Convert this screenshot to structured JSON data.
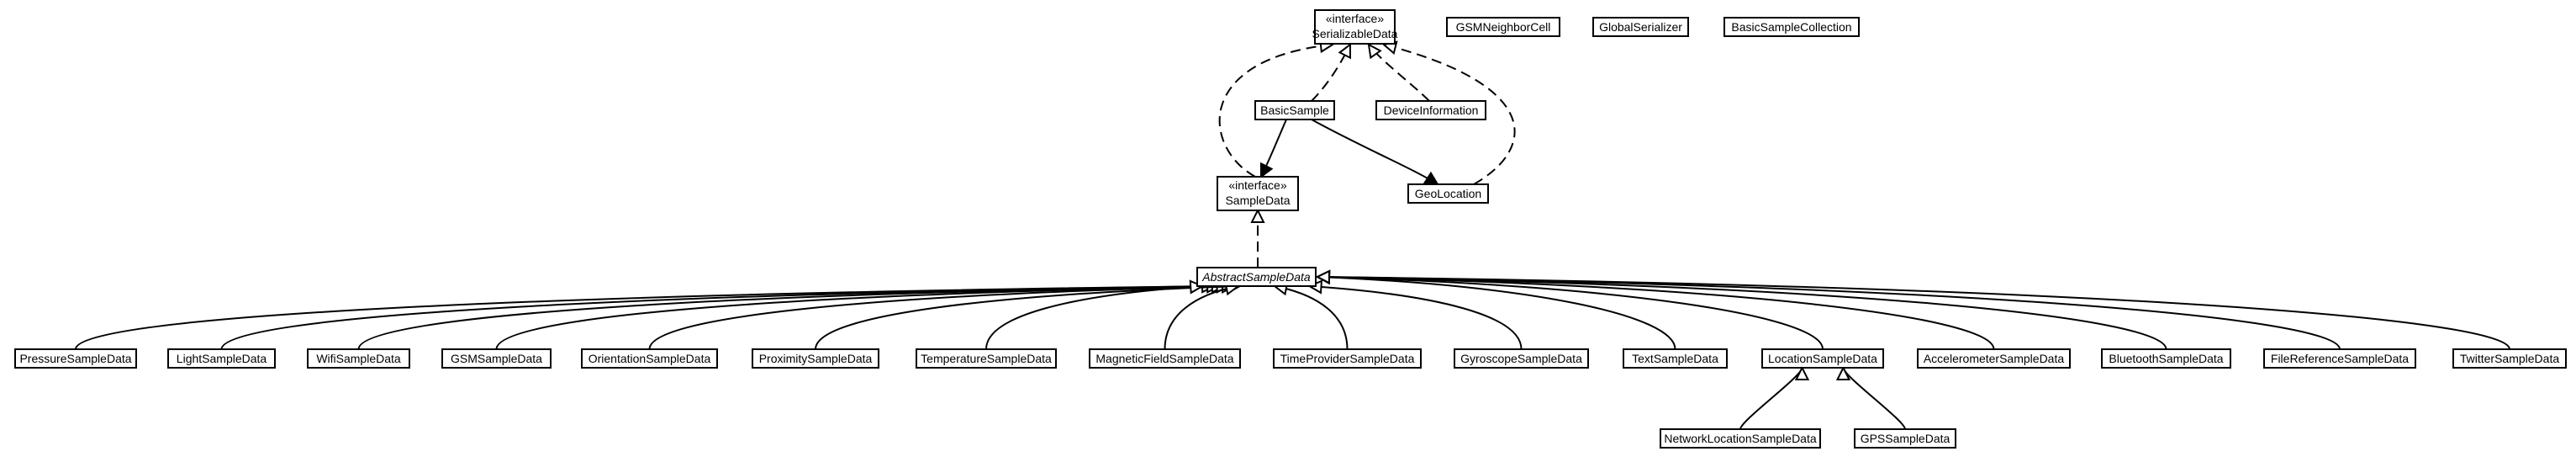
{
  "diagram": {
    "nodes": [
      {
        "id": "SerializableData",
        "stereotype": "«interface»",
        "label": "SerializableData",
        "italic": false
      },
      {
        "id": "GSMNeighborCell",
        "label": "GSMNeighborCell",
        "italic": false
      },
      {
        "id": "GlobalSerializer",
        "label": "GlobalSerializer",
        "italic": false
      },
      {
        "id": "BasicSampleCollection",
        "label": "BasicSampleCollection",
        "italic": false
      },
      {
        "id": "BasicSample",
        "label": "BasicSample",
        "italic": false
      },
      {
        "id": "DeviceInformation",
        "label": "DeviceInformation",
        "italic": false
      },
      {
        "id": "SampleData",
        "stereotype": "«interface»",
        "label": "SampleData",
        "italic": false
      },
      {
        "id": "GeoLocation",
        "label": "GeoLocation",
        "italic": false
      },
      {
        "id": "AbstractSampleData",
        "label": "AbstractSampleData",
        "italic": true
      },
      {
        "id": "PressureSampleData",
        "label": "PressureSampleData",
        "italic": false
      },
      {
        "id": "LightSampleData",
        "label": "LightSampleData",
        "italic": false
      },
      {
        "id": "WifiSampleData",
        "label": "WifiSampleData",
        "italic": false
      },
      {
        "id": "GSMSampleData",
        "label": "GSMSampleData",
        "italic": false
      },
      {
        "id": "OrientationSampleData",
        "label": "OrientationSampleData",
        "italic": false
      },
      {
        "id": "ProximitySampleData",
        "label": "ProximitySampleData",
        "italic": false
      },
      {
        "id": "TemperatureSampleData",
        "label": "TemperatureSampleData",
        "italic": false
      },
      {
        "id": "MagneticFieldSampleData",
        "label": "MagneticFieldSampleData",
        "italic": false
      },
      {
        "id": "TimeProviderSampleData",
        "label": "TimeProviderSampleData",
        "italic": false
      },
      {
        "id": "GyroscopeSampleData",
        "label": "GyroscopeSampleData",
        "italic": false
      },
      {
        "id": "TextSampleData",
        "label": "TextSampleData",
        "italic": false
      },
      {
        "id": "LocationSampleData",
        "label": "LocationSampleData",
        "italic": false
      },
      {
        "id": "AccelerometerSampleData",
        "label": "AccelerometerSampleData",
        "italic": false
      },
      {
        "id": "BluetoothSampleData",
        "label": "BluetoothSampleData",
        "italic": false
      },
      {
        "id": "FileReferenceSampleData",
        "label": "FileReferenceSampleData",
        "italic": false
      },
      {
        "id": "TwitterSampleData",
        "label": "TwitterSampleData",
        "italic": false
      },
      {
        "id": "NetworkLocationSampleData",
        "label": "NetworkLocationSampleData",
        "italic": false
      },
      {
        "id": "GPSSampleData",
        "label": "GPSSampleData",
        "italic": false
      }
    ],
    "edges": [
      {
        "from": "BasicSample",
        "to": "SerializableData",
        "kind": "realization"
      },
      {
        "from": "DeviceInformation",
        "to": "SerializableData",
        "kind": "realization"
      },
      {
        "from": "SampleData",
        "to": "SerializableData",
        "kind": "realization"
      },
      {
        "from": "GeoLocation",
        "to": "SerializableData",
        "kind": "realization"
      },
      {
        "from": "BasicSample",
        "to": "SampleData",
        "kind": "association"
      },
      {
        "from": "BasicSample",
        "to": "GeoLocation",
        "kind": "association"
      },
      {
        "from": "AbstractSampleData",
        "to": "SampleData",
        "kind": "realization"
      },
      {
        "from": "PressureSampleData",
        "to": "AbstractSampleData",
        "kind": "generalization"
      },
      {
        "from": "LightSampleData",
        "to": "AbstractSampleData",
        "kind": "generalization"
      },
      {
        "from": "WifiSampleData",
        "to": "AbstractSampleData",
        "kind": "generalization"
      },
      {
        "from": "GSMSampleData",
        "to": "AbstractSampleData",
        "kind": "generalization"
      },
      {
        "from": "OrientationSampleData",
        "to": "AbstractSampleData",
        "kind": "generalization"
      },
      {
        "from": "ProximitySampleData",
        "to": "AbstractSampleData",
        "kind": "generalization"
      },
      {
        "from": "TemperatureSampleData",
        "to": "AbstractSampleData",
        "kind": "generalization"
      },
      {
        "from": "MagneticFieldSampleData",
        "to": "AbstractSampleData",
        "kind": "generalization"
      },
      {
        "from": "TimeProviderSampleData",
        "to": "AbstractSampleData",
        "kind": "generalization"
      },
      {
        "from": "GyroscopeSampleData",
        "to": "AbstractSampleData",
        "kind": "generalization"
      },
      {
        "from": "TextSampleData",
        "to": "AbstractSampleData",
        "kind": "generalization"
      },
      {
        "from": "LocationSampleData",
        "to": "AbstractSampleData",
        "kind": "generalization"
      },
      {
        "from": "AccelerometerSampleData",
        "to": "AbstractSampleData",
        "kind": "generalization"
      },
      {
        "from": "BluetoothSampleData",
        "to": "AbstractSampleData",
        "kind": "generalization"
      },
      {
        "from": "FileReferenceSampleData",
        "to": "AbstractSampleData",
        "kind": "generalization"
      },
      {
        "from": "TwitterSampleData",
        "to": "AbstractSampleData",
        "kind": "generalization"
      },
      {
        "from": "NetworkLocationSampleData",
        "to": "LocationSampleData",
        "kind": "generalization"
      },
      {
        "from": "GPSSampleData",
        "to": "LocationSampleData",
        "kind": "generalization"
      }
    ]
  }
}
